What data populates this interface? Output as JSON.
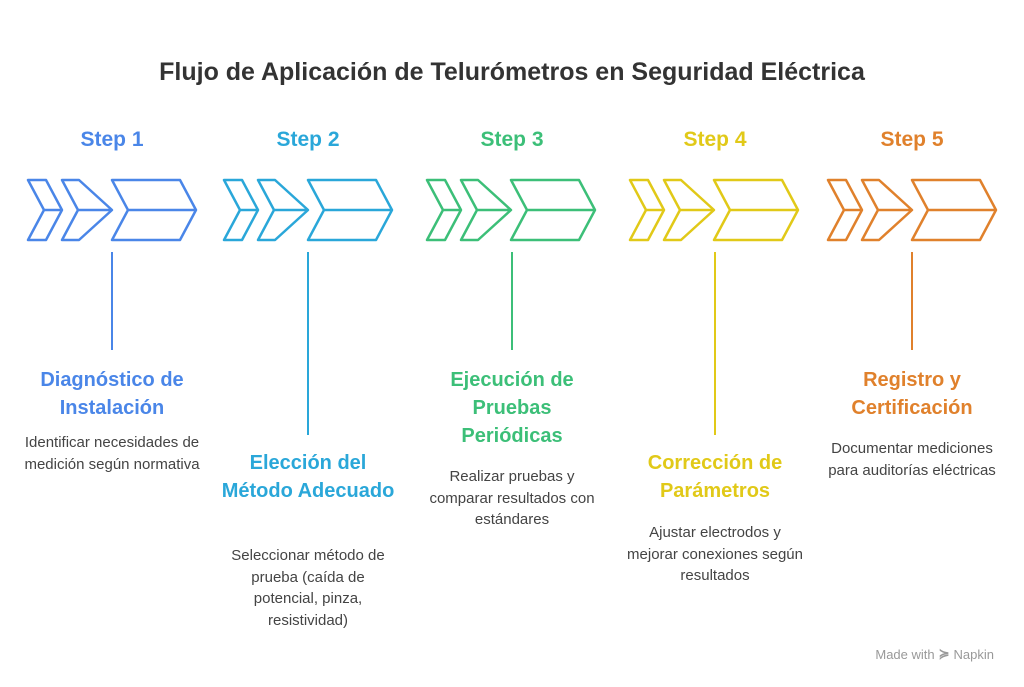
{
  "title": "Flujo de Aplicación de Telurómetros en Seguridad Eléctrica",
  "steps": [
    {
      "label": "Step 1",
      "heading": "Diagnóstico de Instalación",
      "description": "Identificar necesidades de medición según normativa",
      "color": "#4a86e8"
    },
    {
      "label": "Step 2",
      "heading": "Elección del Método Adecuado",
      "description": "Seleccionar método de prueba (caída de potencial, pinza, resistividad)",
      "color": "#2aa7d9"
    },
    {
      "label": "Step 3",
      "heading": "Ejecución de Pruebas Periódicas",
      "description": "Realizar pruebas y comparar resultados con estándares",
      "color": "#3cbf78"
    },
    {
      "label": "Step 4",
      "heading": "Corrección de Parámetros",
      "description": "Ajustar electrodos y mejorar conexiones según resultados",
      "color": "#e1c918"
    },
    {
      "label": "Step 5",
      "heading": "Registro y Certificación",
      "description": "Documentar mediciones para auditorías eléctricas",
      "color": "#e0812c"
    }
  ],
  "watermark": {
    "prefix": "Made with",
    "brand": "Napkin"
  }
}
